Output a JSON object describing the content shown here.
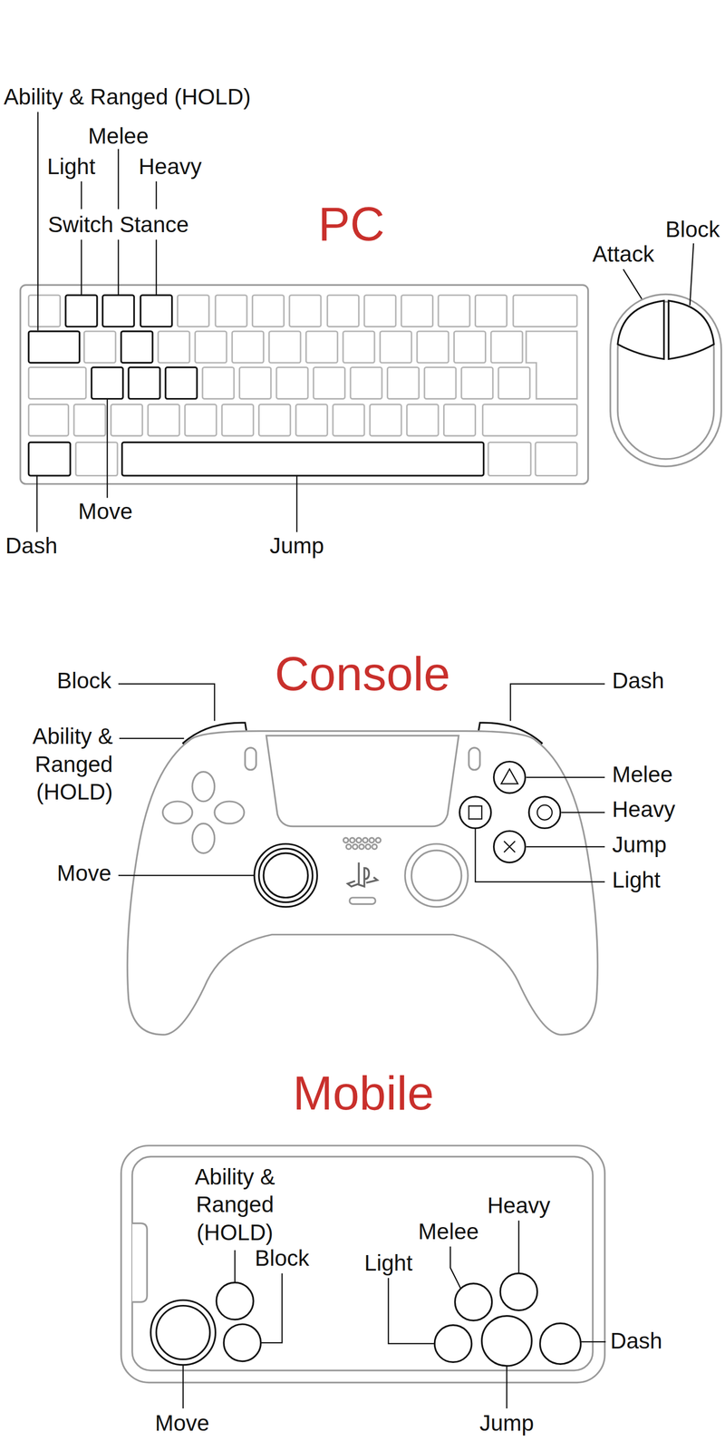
{
  "diagram": {
    "labels": [
      "Ability & Ranged (HOLD)",
      "Melee",
      "Light",
      "Heavy",
      "Switch Stance",
      "PC",
      "Attack",
      "Block",
      "Move",
      "Dash",
      "Jump",
      "Console",
      "Block",
      "Dash",
      "Ability & Ranged (HOLD)",
      "Move",
      "Melee",
      "Heavy",
      "Jump",
      "Light",
      "Mobile",
      "Ability & Ranged (HOLD)",
      "Heavy",
      "Melee",
      "Block",
      "Light",
      "Dash",
      "Move",
      "Jump"
    ]
  }
}
